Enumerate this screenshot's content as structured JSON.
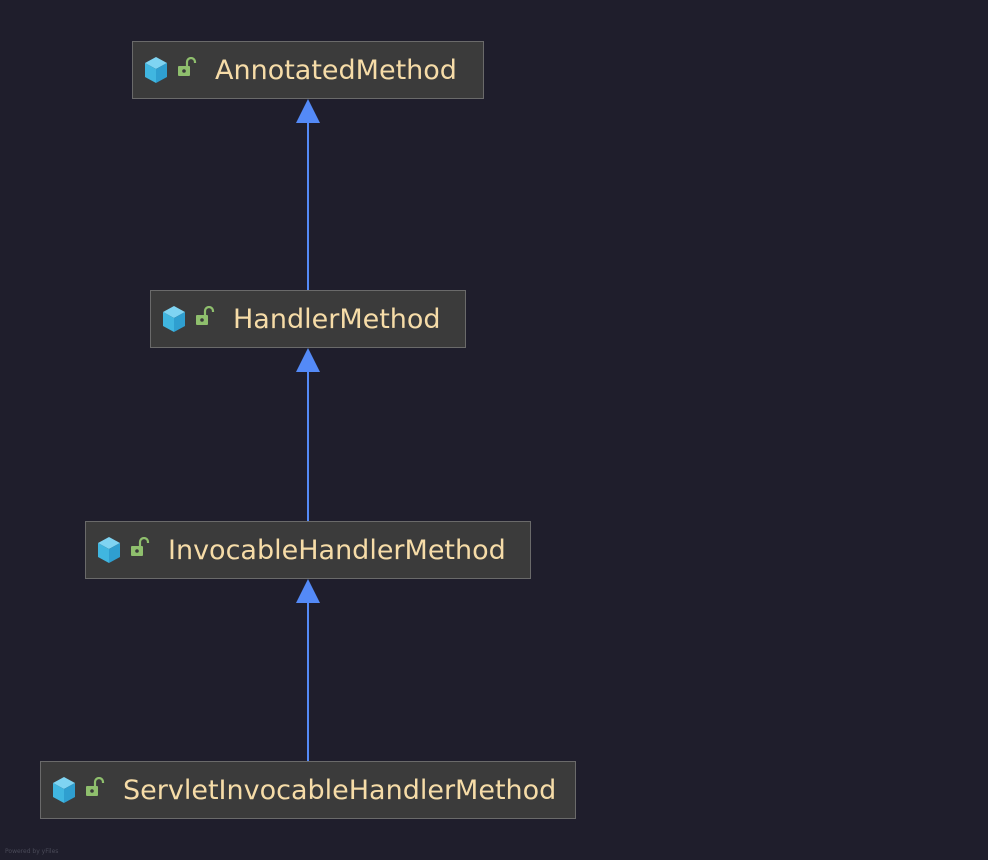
{
  "diagram": {
    "nodes": [
      {
        "id": "annotated",
        "label": "AnnotatedMethod",
        "icon": "class-icon",
        "visibility": "public-lock-icon"
      },
      {
        "id": "handler",
        "label": "HandlerMethod",
        "icon": "class-icon",
        "visibility": "public-lock-icon"
      },
      {
        "id": "invocable",
        "label": "InvocableHandlerMethod",
        "icon": "class-icon",
        "visibility": "public-lock-icon"
      },
      {
        "id": "servlet",
        "label": "ServletInvocableHandlerMethod",
        "icon": "class-icon",
        "visibility": "public-lock-icon"
      }
    ],
    "edges": [
      {
        "from": "handler",
        "to": "annotated",
        "type": "extends"
      },
      {
        "from": "invocable",
        "to": "handler",
        "type": "extends"
      },
      {
        "from": "servlet",
        "to": "invocable",
        "type": "extends"
      }
    ]
  },
  "footer": {
    "text": "Powered by yFiles"
  },
  "colors": {
    "background": "#1f1e2c",
    "node_fill": "#3b3b3b",
    "node_border": "#6a6a6a",
    "label": "#f6dca8",
    "edge": "#548af7",
    "class_icon": "#40b6e0",
    "lock_icon": "#8fbf6d"
  }
}
